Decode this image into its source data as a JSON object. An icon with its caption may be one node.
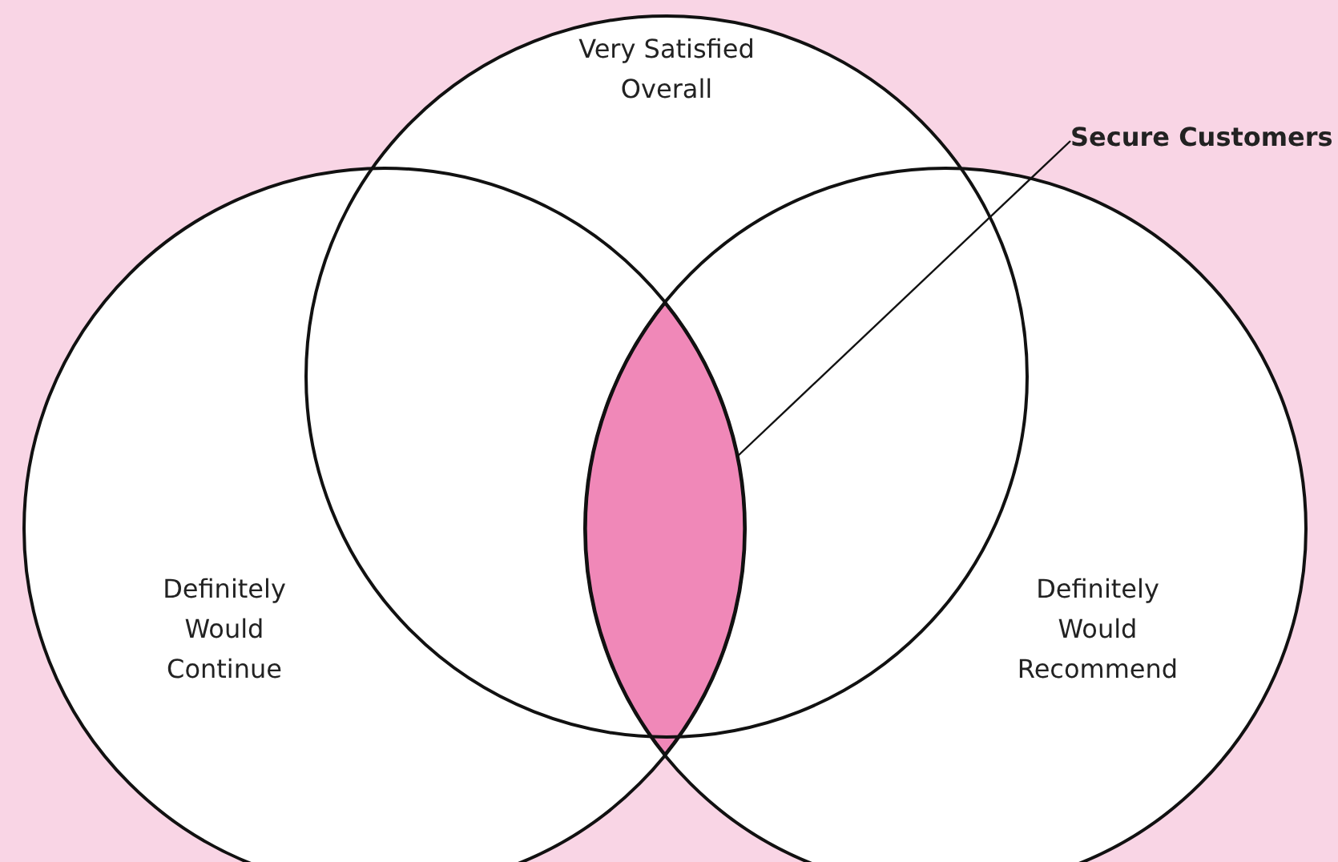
{
  "diagram": {
    "nodes": [
      {
        "text": [
          "Very Satisfied Overall"
        ]
      },
      {
        "text": [
          "Definitely Would Continue"
        ]
      },
      {
        "text": [
          "Definitely Would Recommend"
        ]
      },
      {
        "text": [
          "Secure Customers"
        ]
      },
      {
        "text": [],
        "shape": "lens"
      }
    ],
    "edges": [
      {
        "from": 3,
        "to": 4,
        "arrow": "none"
      }
    ]
  }
}
